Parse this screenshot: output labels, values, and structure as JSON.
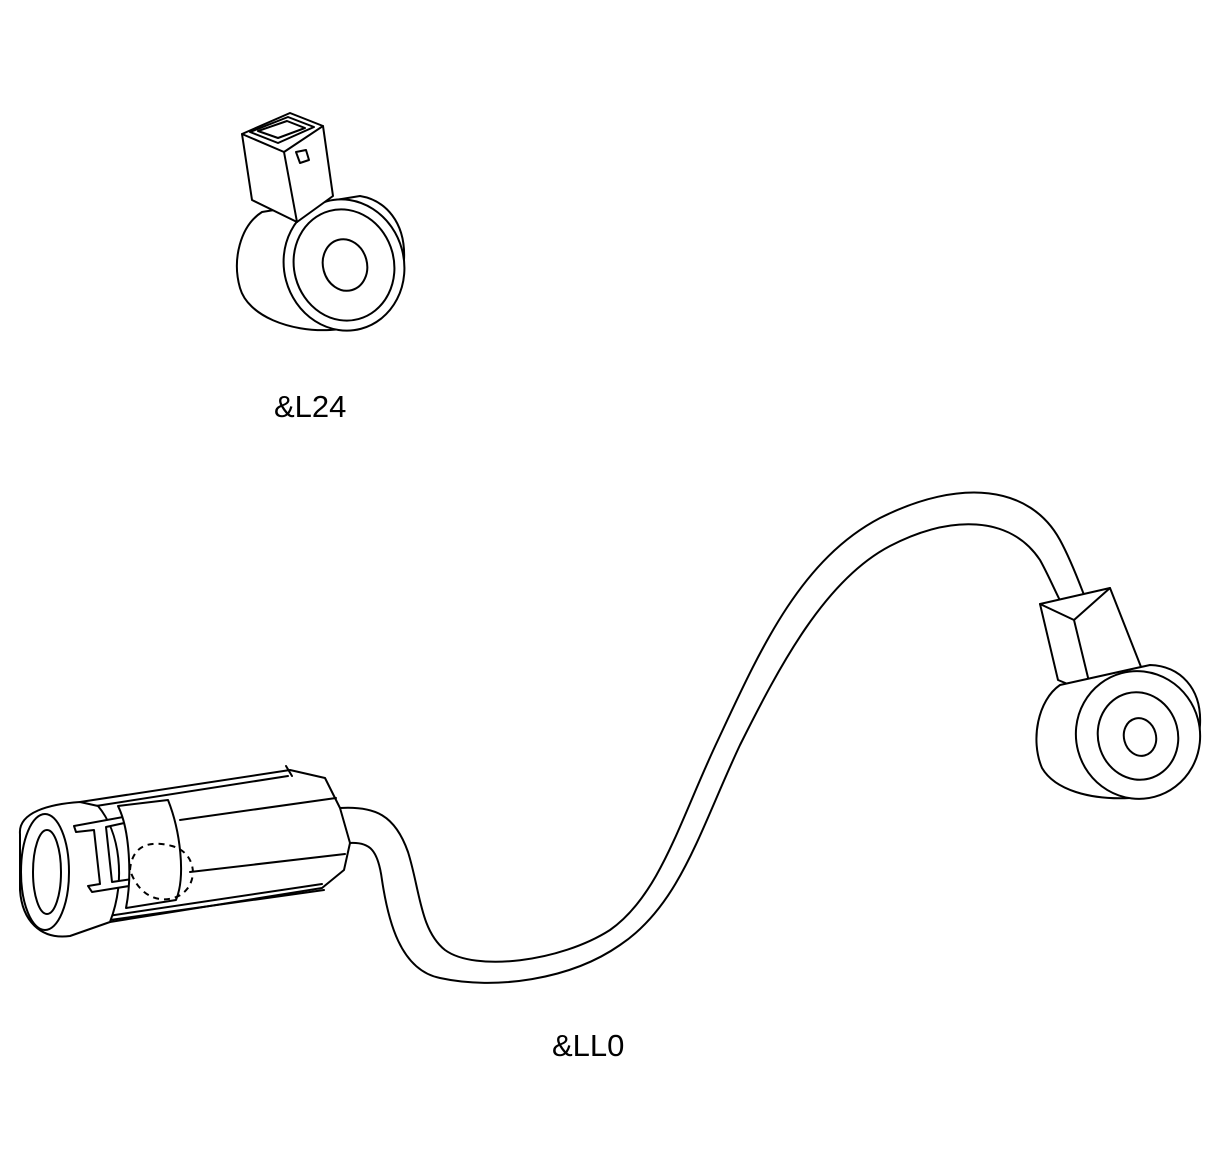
{
  "figure": {
    "components": [
      {
        "id": "sensor-top",
        "label": "&L24"
      },
      {
        "id": "sensor-harness",
        "label": "&LL0"
      }
    ],
    "colors": {
      "line": "#000000",
      "background": "#ffffff"
    }
  }
}
